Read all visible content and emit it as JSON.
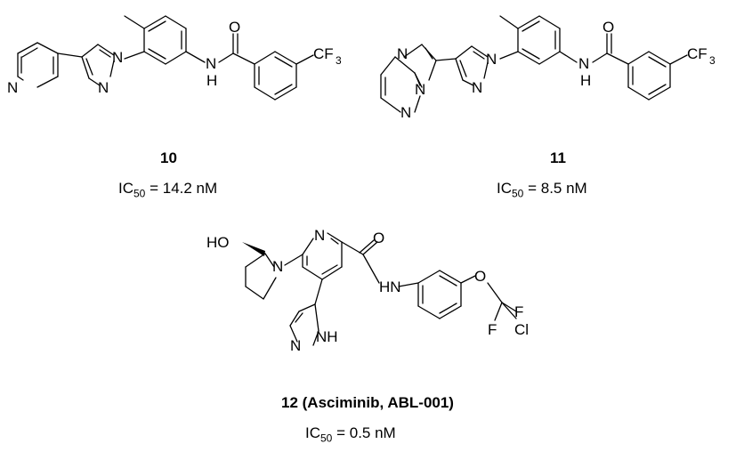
{
  "compounds": [
    {
      "id": "c10",
      "number": "10",
      "ic50_label": "IC",
      "ic50_sub": "50",
      "ic50_value": " = 14.2 nM",
      "atoms": [
        "N",
        "N",
        "N",
        "N",
        "H",
        "O",
        "CF",
        "3"
      ]
    },
    {
      "id": "c11",
      "number": "11",
      "ic50_label": "IC",
      "ic50_sub": "50",
      "ic50_value": " = 8.5 nM",
      "atoms": [
        "N",
        "N",
        "N",
        "N",
        "N",
        "N",
        "H",
        "O",
        "CF",
        "3"
      ]
    },
    {
      "id": "c12",
      "number": "12 (Asciminib, ABL-001)",
      "ic50_label": "IC",
      "ic50_sub": "50",
      "ic50_value": " = 0.5 nM",
      "atoms": [
        "HO",
        "N",
        "N",
        "O",
        "HN",
        "O",
        "F",
        "F",
        "Cl",
        "NH",
        "N"
      ]
    }
  ]
}
